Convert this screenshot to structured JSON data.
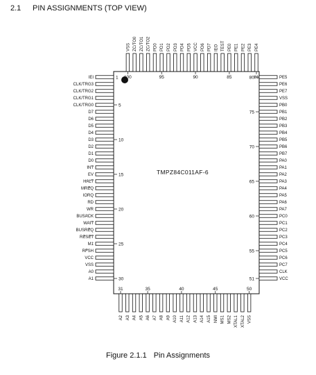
{
  "section": {
    "number": "2.1",
    "title": "PIN ASSIGNMENTS (TOP VIEW)"
  },
  "chip": {
    "part_number": "TMPZ84C011AF-6"
  },
  "pins": {
    "left": [
      {
        "label": "IEI"
      },
      {
        "label": "CLK/TRG3"
      },
      {
        "label": "CLK/TRG2"
      },
      {
        "label": "CLK/TRG1"
      },
      {
        "label": "CLK/TRG0"
      },
      {
        "label": "D7"
      },
      {
        "label": "D6"
      },
      {
        "label": "D5"
      },
      {
        "label": "D4"
      },
      {
        "label": "D3"
      },
      {
        "label": "D2"
      },
      {
        "label": "D1"
      },
      {
        "label": "D0"
      },
      {
        "label": "INT",
        "overline": true
      },
      {
        "label": "EV"
      },
      {
        "label": "HALT",
        "overline": true
      },
      {
        "label": "MREQ",
        "overline": true
      },
      {
        "label": "IORQ",
        "overline": true
      },
      {
        "label": "RD",
        "overline": true
      },
      {
        "label": "WR",
        "overline": true
      },
      {
        "label": "BUSACK",
        "overline": true
      },
      {
        "label": "WAIT",
        "overline": true
      },
      {
        "label": "BUSREQ",
        "overline": true
      },
      {
        "label": "RESET",
        "overline": true
      },
      {
        "label": "M1",
        "overline": true
      },
      {
        "label": "RFSH",
        "overline": true
      },
      {
        "label": "VCC"
      },
      {
        "label": "VSS"
      },
      {
        "label": "A0"
      },
      {
        "label": "A1"
      }
    ],
    "bottom": [
      {
        "label": "A2"
      },
      {
        "label": "A3"
      },
      {
        "label": "A4"
      },
      {
        "label": "A5"
      },
      {
        "label": "A6"
      },
      {
        "label": "A7"
      },
      {
        "label": "A8"
      },
      {
        "label": "A9"
      },
      {
        "label": "A10"
      },
      {
        "label": "A11"
      },
      {
        "label": "A12"
      },
      {
        "label": "A13"
      },
      {
        "label": "A14"
      },
      {
        "label": "A15"
      },
      {
        "label": "NMI",
        "overline": true
      },
      {
        "label": "MS1"
      },
      {
        "label": "MS2"
      },
      {
        "label": "XTAL1"
      },
      {
        "label": "XTAL2"
      },
      {
        "label": "VSS"
      }
    ],
    "right": [
      {
        "label": "VCC"
      },
      {
        "label": "CLK"
      },
      {
        "label": "PC7"
      },
      {
        "label": "PC6"
      },
      {
        "label": "PC5"
      },
      {
        "label": "PC4"
      },
      {
        "label": "PC3"
      },
      {
        "label": "PC2"
      },
      {
        "label": "PC1"
      },
      {
        "label": "PC0"
      },
      {
        "label": "PA7"
      },
      {
        "label": "PA6"
      },
      {
        "label": "PA5"
      },
      {
        "label": "PA4"
      },
      {
        "label": "PA3"
      },
      {
        "label": "PA2"
      },
      {
        "label": "PA1"
      },
      {
        "label": "PA0"
      },
      {
        "label": "PB7"
      },
      {
        "label": "PB6"
      },
      {
        "label": "PB5"
      },
      {
        "label": "PB4"
      },
      {
        "label": "PB3"
      },
      {
        "label": "PB2"
      },
      {
        "label": "PB1"
      },
      {
        "label": "PB0"
      },
      {
        "label": "VSS"
      },
      {
        "label": "PE7"
      },
      {
        "label": "PE6"
      },
      {
        "label": "PE5"
      }
    ],
    "top": [
      {
        "label": "PE4"
      },
      {
        "label": "PE3"
      },
      {
        "label": "PE2"
      },
      {
        "label": "PE1"
      },
      {
        "label": "PE0"
      },
      {
        "label": "TEST"
      },
      {
        "label": "IEO"
      },
      {
        "label": "PD7"
      },
      {
        "label": "PD6"
      },
      {
        "label": "VCC"
      },
      {
        "label": "PD5"
      },
      {
        "label": "PD4"
      },
      {
        "label": "PD3"
      },
      {
        "label": "PD2"
      },
      {
        "label": "PD1"
      },
      {
        "label": "PD0"
      },
      {
        "label": "ZC/TO2"
      },
      {
        "label": "ZC/TO1"
      },
      {
        "label": "ZC/TO0"
      },
      {
        "label": "VSS"
      }
    ]
  },
  "pin_numbers": {
    "left": [
      "1",
      "5",
      "10",
      "15",
      "20",
      "25",
      "30"
    ],
    "bottom": [
      "31",
      "35",
      "40",
      "45",
      "50"
    ],
    "right": [
      "51",
      "55",
      "60",
      "65",
      "70",
      "75",
      "80"
    ],
    "top": [
      "81",
      "85",
      "90",
      "95",
      "100"
    ]
  },
  "caption": {
    "number": "Figure 2.1.1",
    "text": "Pin Assignments"
  }
}
